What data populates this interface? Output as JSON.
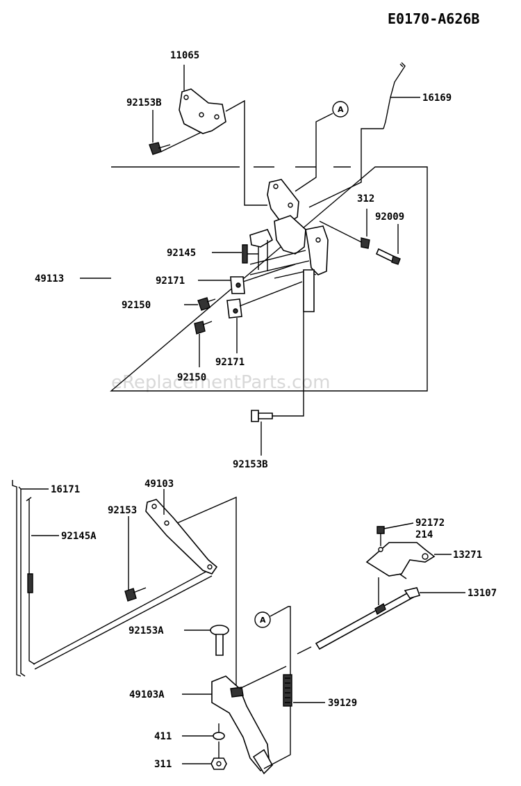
{
  "diagram_code": "E0170-A626B",
  "watermark": "eReplacementParts.com",
  "callout_letter": "A",
  "parts": {
    "p11065": "11065",
    "p92153B_top": "92153B",
    "p16169": "16169",
    "p312": "312",
    "p92009": "92009",
    "p92145": "92145",
    "p49113": "49113",
    "p92171_a": "92171",
    "p92150_a": "92150",
    "p92150_b": "92150",
    "p92171_b": "92171",
    "p92153B_bottom": "92153B",
    "p16171": "16171",
    "p49103": "49103",
    "p92153": "92153",
    "p92145A": "92145A",
    "p92172": "92172",
    "p214": "214",
    "p13271": "13271",
    "p13107": "13107",
    "p92153A": "92153A",
    "p49103A": "49103A",
    "p39129": "39129",
    "p411": "411",
    "p311": "311"
  }
}
